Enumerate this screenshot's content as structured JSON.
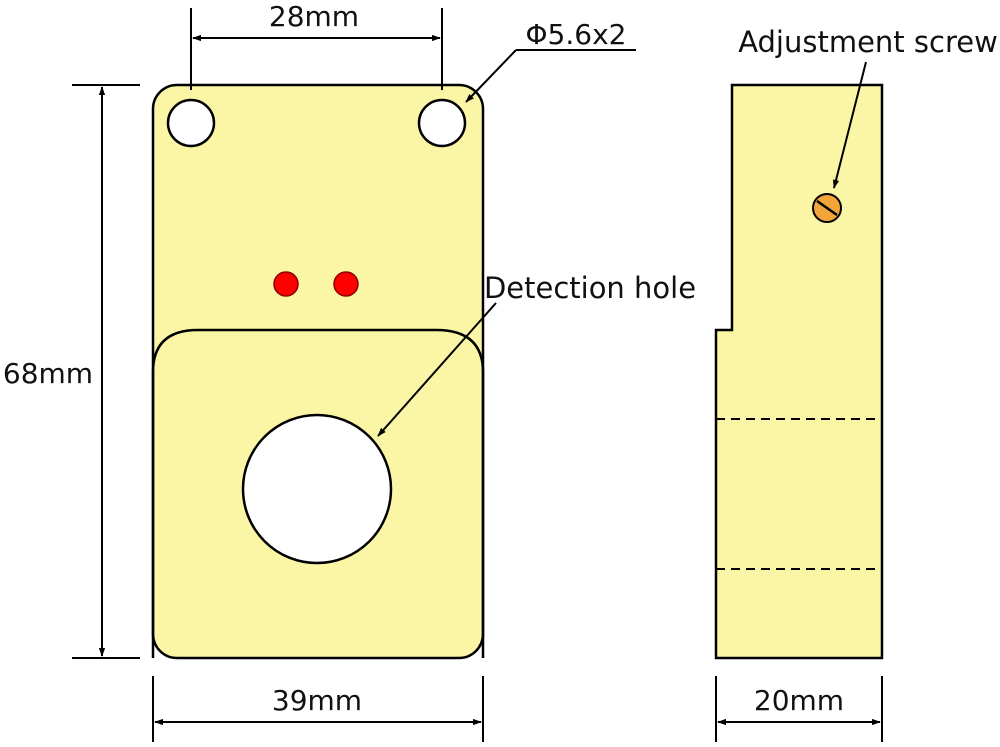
{
  "dimensions": {
    "hole_spacing": "28mm",
    "mount_hole": "Φ5.6x2",
    "height": "68mm",
    "width": "39mm",
    "depth": "20mm"
  },
  "callouts": {
    "detection_hole": "Detection hole",
    "adjustment_screw": "Adjustment screw"
  },
  "colors": {
    "body_fill": "#fbf6a6",
    "outline": "#000000",
    "indicator_leds": "#ff0000",
    "screw_fill": "#f3a53a",
    "hole_fill": "#ffffff"
  }
}
